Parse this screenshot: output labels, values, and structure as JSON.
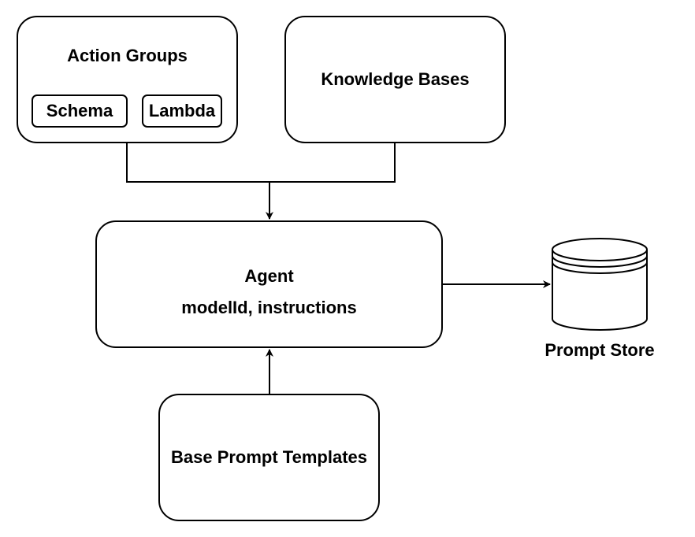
{
  "nodes": {
    "action_groups": {
      "title": "Action Groups",
      "children": {
        "schema": "Schema",
        "lambda": "Lambda"
      }
    },
    "knowledge_bases": {
      "title": "Knowledge Bases"
    },
    "agent": {
      "title": "Agent",
      "subtitle": "modelId, instructions"
    },
    "base_prompt_templates": {
      "title": "Base Prompt Templates"
    },
    "prompt_store": {
      "title": "Prompt Store"
    }
  },
  "edges": [
    {
      "from": "action_groups",
      "to": "agent"
    },
    {
      "from": "knowledge_bases",
      "to": "agent"
    },
    {
      "from": "base_prompt_templates",
      "to": "agent"
    },
    {
      "from": "agent",
      "to": "prompt_store"
    }
  ],
  "colors": {
    "stroke": "#000000",
    "fill": "#ffffff",
    "text": "#000000"
  }
}
